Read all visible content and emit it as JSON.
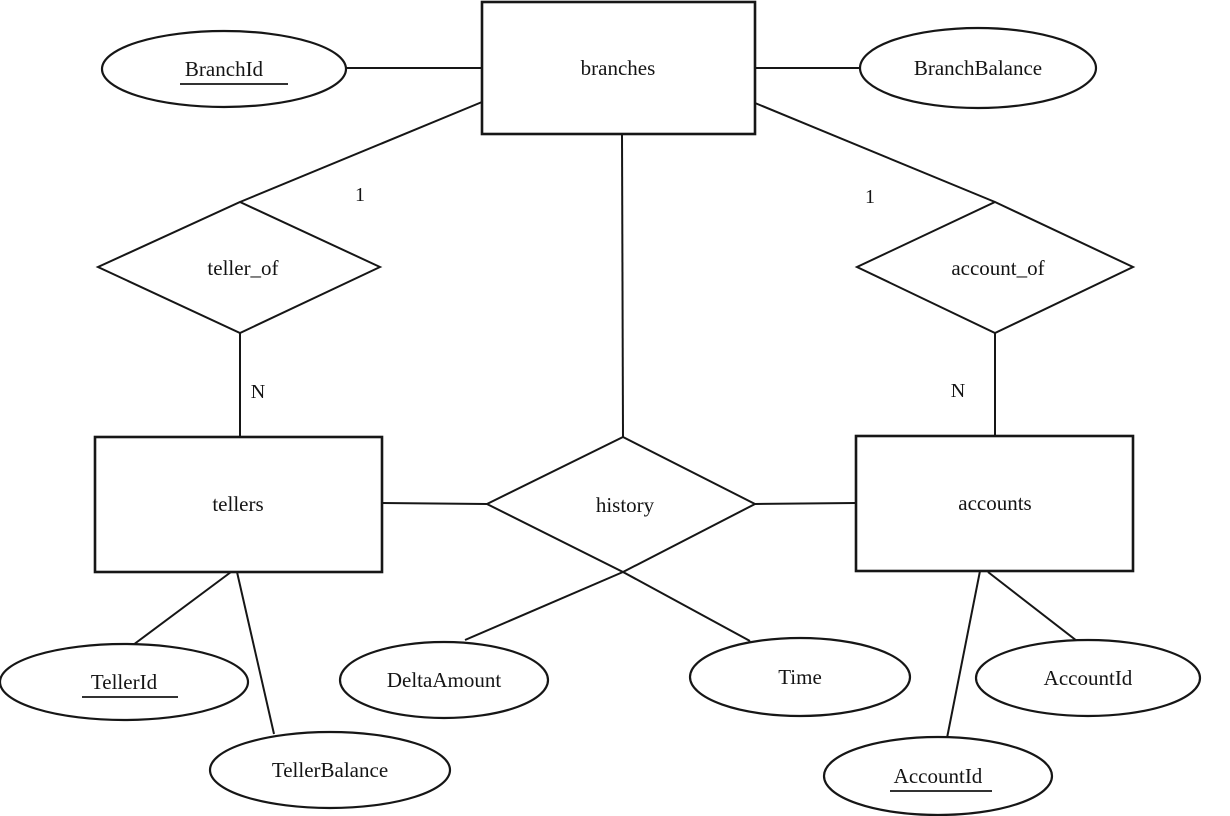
{
  "figure": {
    "kind": "entity-relationship-diagram",
    "background_color": "#ffffff",
    "ink_color": "#161616"
  },
  "entities": {
    "branches": {
      "label": "branches"
    },
    "tellers": {
      "label": "tellers"
    },
    "accounts": {
      "label": "accounts"
    }
  },
  "relationships": {
    "teller_of": {
      "label": "teller_of"
    },
    "account_of": {
      "label": "account_of"
    },
    "history": {
      "label": "history"
    }
  },
  "attributes": {
    "branch_id": {
      "label": "BranchId",
      "primary_key": true,
      "owner": "branches"
    },
    "branch_balance": {
      "label": "BranchBalance",
      "primary_key": false,
      "owner": "branches"
    },
    "teller_id": {
      "label": "TellerId",
      "primary_key": true,
      "owner": "tellers"
    },
    "teller_balance": {
      "label": "TellerBalance",
      "primary_key": false,
      "owner": "tellers"
    },
    "delta_amount": {
      "label": "DeltaAmount",
      "primary_key": false,
      "owner": "history"
    },
    "time": {
      "label": "Time",
      "primary_key": false,
      "owner": "history"
    },
    "account_id": {
      "label": "AccountId",
      "primary_key": false,
      "owner": "accounts"
    },
    "account_id_key": {
      "label": "AccountId",
      "primary_key": true,
      "owner": "accounts"
    }
  },
  "cardinalities": {
    "teller_of_branches": "1",
    "teller_of_tellers": "N",
    "account_of_branches": "1",
    "account_of_accounts": "N"
  }
}
